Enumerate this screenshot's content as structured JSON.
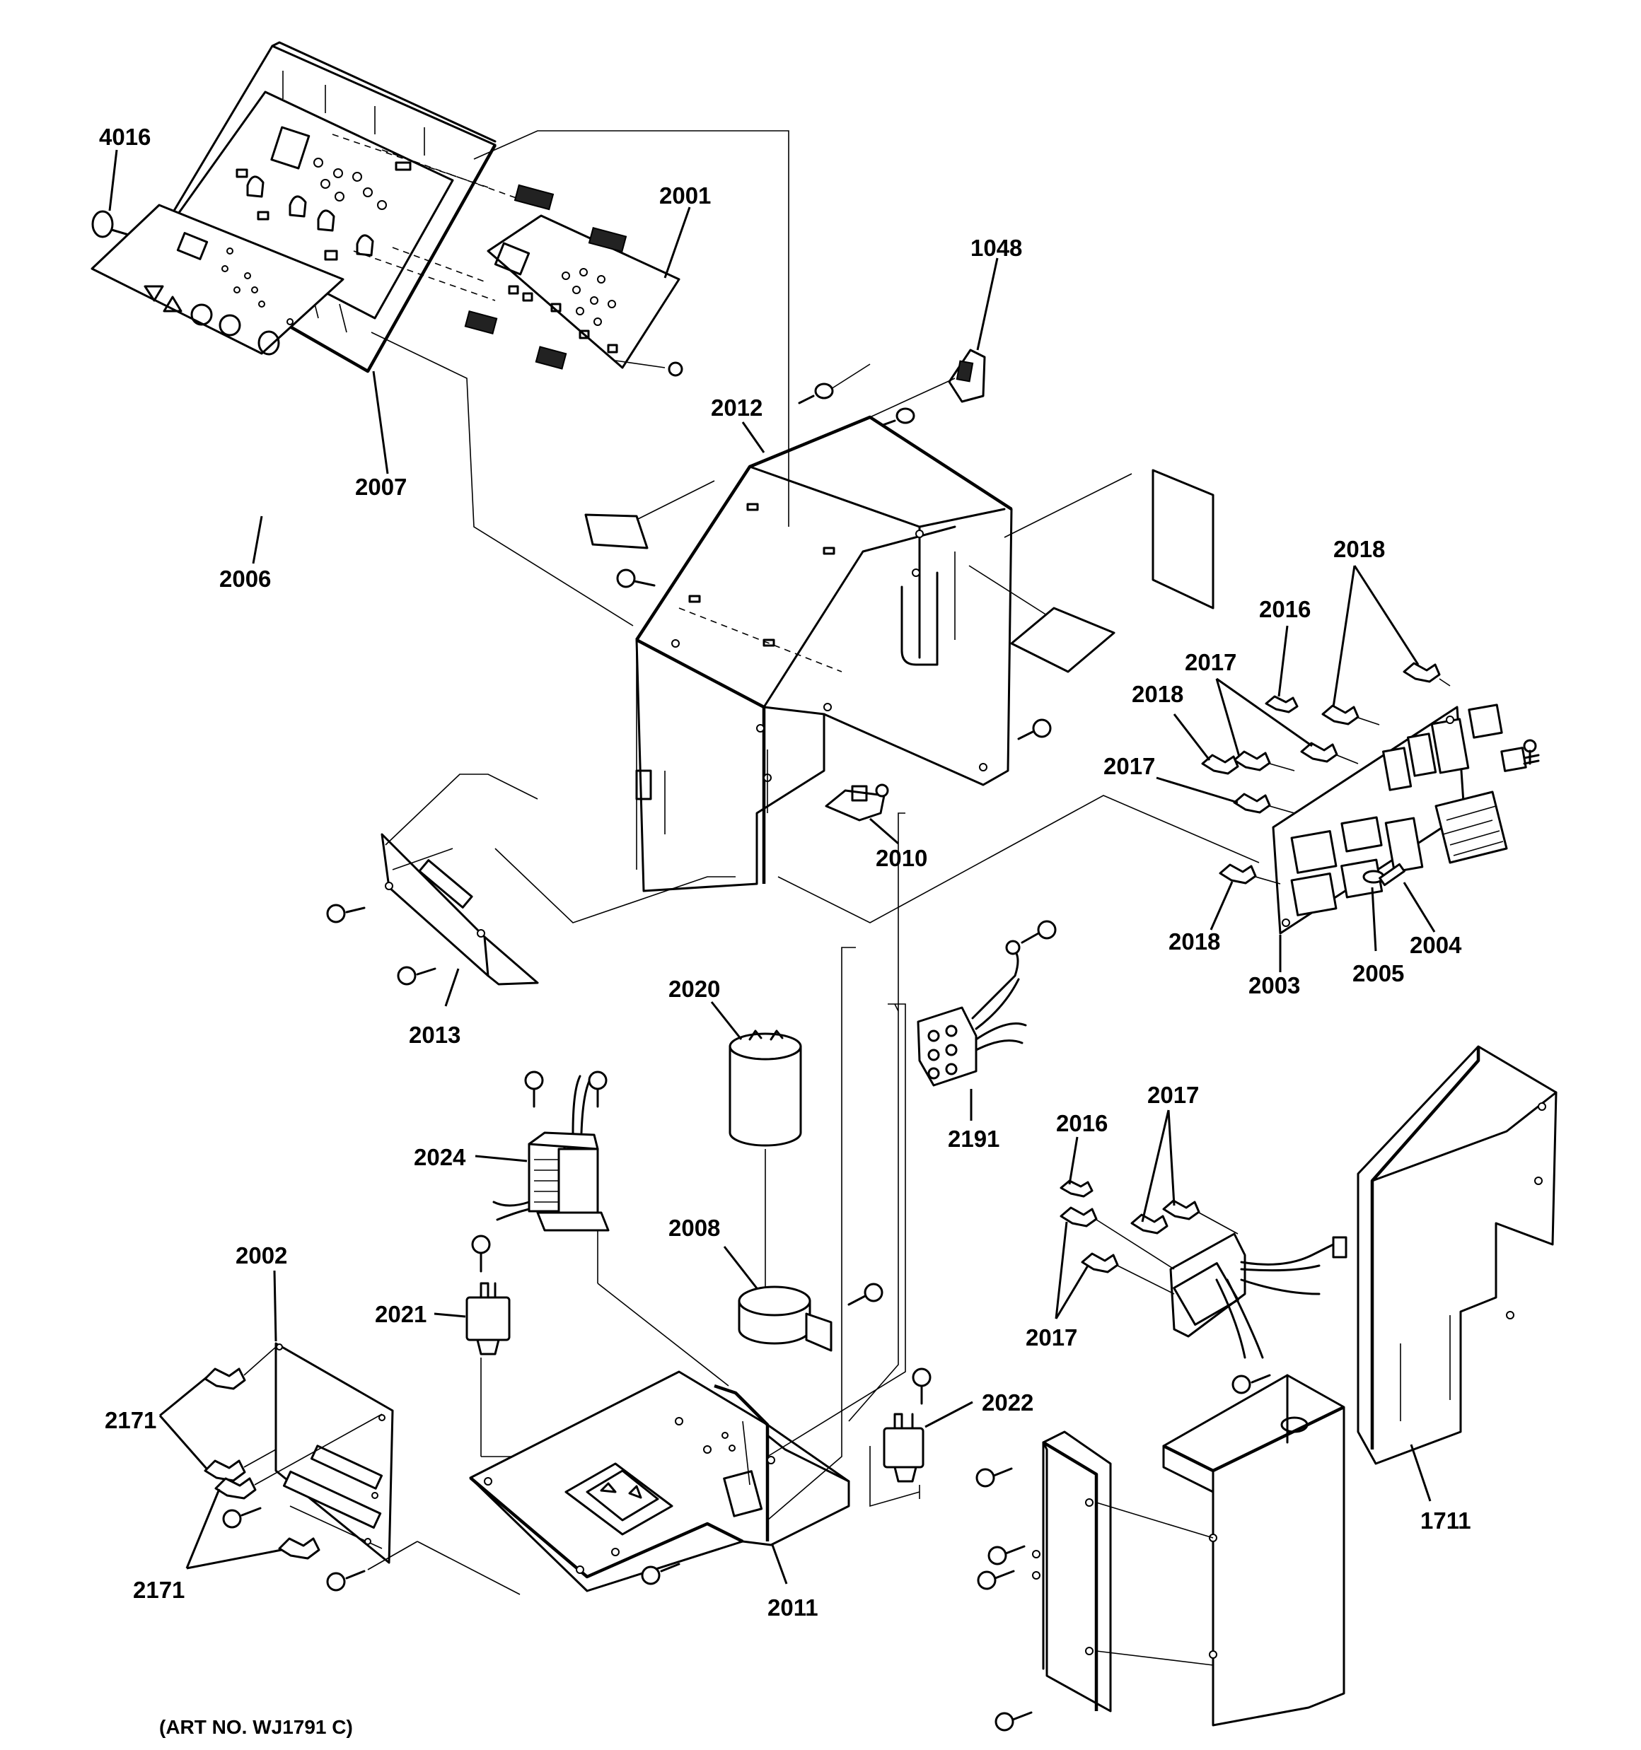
{
  "labels": {
    "l4016": "4016",
    "l2001": "2001",
    "l1048": "1048",
    "l2007": "2007",
    "l2006": "2006",
    "l2012": "2012",
    "l2018a": "2018",
    "l2016a": "2016",
    "l2017a": "2017",
    "l2018b": "2018",
    "l2017b": "2017",
    "l2010": "2010",
    "l2018c": "2018",
    "l2003": "2003",
    "l2005": "2005",
    "l2004": "2004",
    "l2013": "2013",
    "l2020": "2020",
    "l2191": "2191",
    "l2024": "2024",
    "l2016b": "2016",
    "l2017c": "2017",
    "l2008": "2008",
    "l2017d": "2017",
    "l2002": "2002",
    "l2021": "2021",
    "l2022": "2022",
    "l2171a": "2171",
    "l2171b": "2171",
    "l1711": "1711",
    "l2011": "2011"
  },
  "art_number": "(ART NO. WJ1791 C)"
}
